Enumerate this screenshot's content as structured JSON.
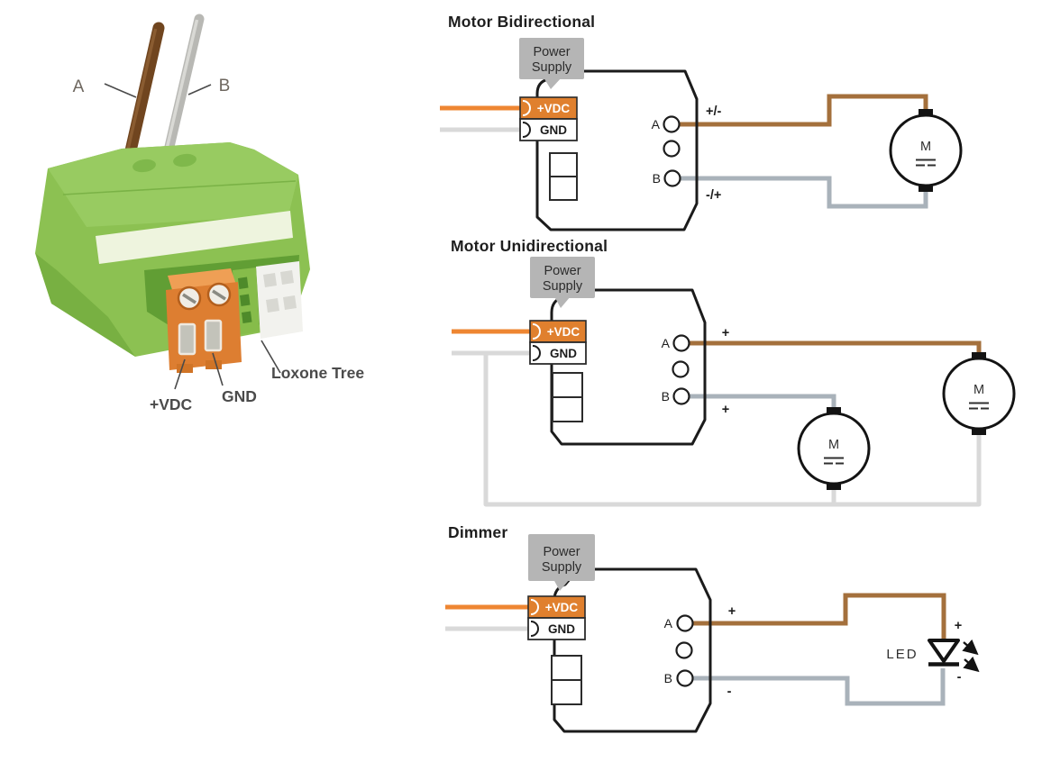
{
  "colors": {
    "wire_orange": "#ee8632",
    "wire_brown": "#a4703c",
    "wire_gray_b": "#a9b2ba",
    "wire_gray_gnd": "#d9d9d9",
    "terminal_orange": "#e0802e",
    "bubble_gray": "#b5b5b5",
    "outline_black": "#1b1b1b",
    "device_green": "#8cc152",
    "device_green_top": "#98cb61",
    "device_stripe": "#eef4de",
    "photo_wire_brown": "#70451f",
    "photo_wire_gray": "#b8b8b4",
    "photo_terminal_orange": "#dd7e31"
  },
  "illustration": {
    "label_a": "A",
    "label_b": "B",
    "label_vdc": "+VDC",
    "label_gnd": "GND",
    "label_tree": "Loxone Tree"
  },
  "diagrams": [
    {
      "title": "Motor Bidirectional",
      "power_supply_lines": [
        "Power",
        "Supply"
      ],
      "terminal_vdc": "+VDC",
      "terminal_gnd": "GND",
      "port_a": "A",
      "port_b": "B",
      "polarity_a": "+/-",
      "polarity_b": "-/+",
      "motor_label": "M"
    },
    {
      "title": "Motor Unidirectional",
      "power_supply_lines": [
        "Power",
        "Supply"
      ],
      "terminal_vdc": "+VDC",
      "terminal_gnd": "GND",
      "port_a": "A",
      "port_b": "B",
      "polarity_a": "+",
      "polarity_b": "+",
      "motor_label": "M"
    },
    {
      "title": "Dimmer",
      "power_supply_lines": [
        "Power",
        "Supply"
      ],
      "terminal_vdc": "+VDC",
      "terminal_gnd": "GND",
      "port_a": "A",
      "port_b": "B",
      "polarity_a": "+",
      "polarity_b": "-",
      "led_label": "LED",
      "led_anode": "+",
      "led_cathode": "-"
    }
  ]
}
